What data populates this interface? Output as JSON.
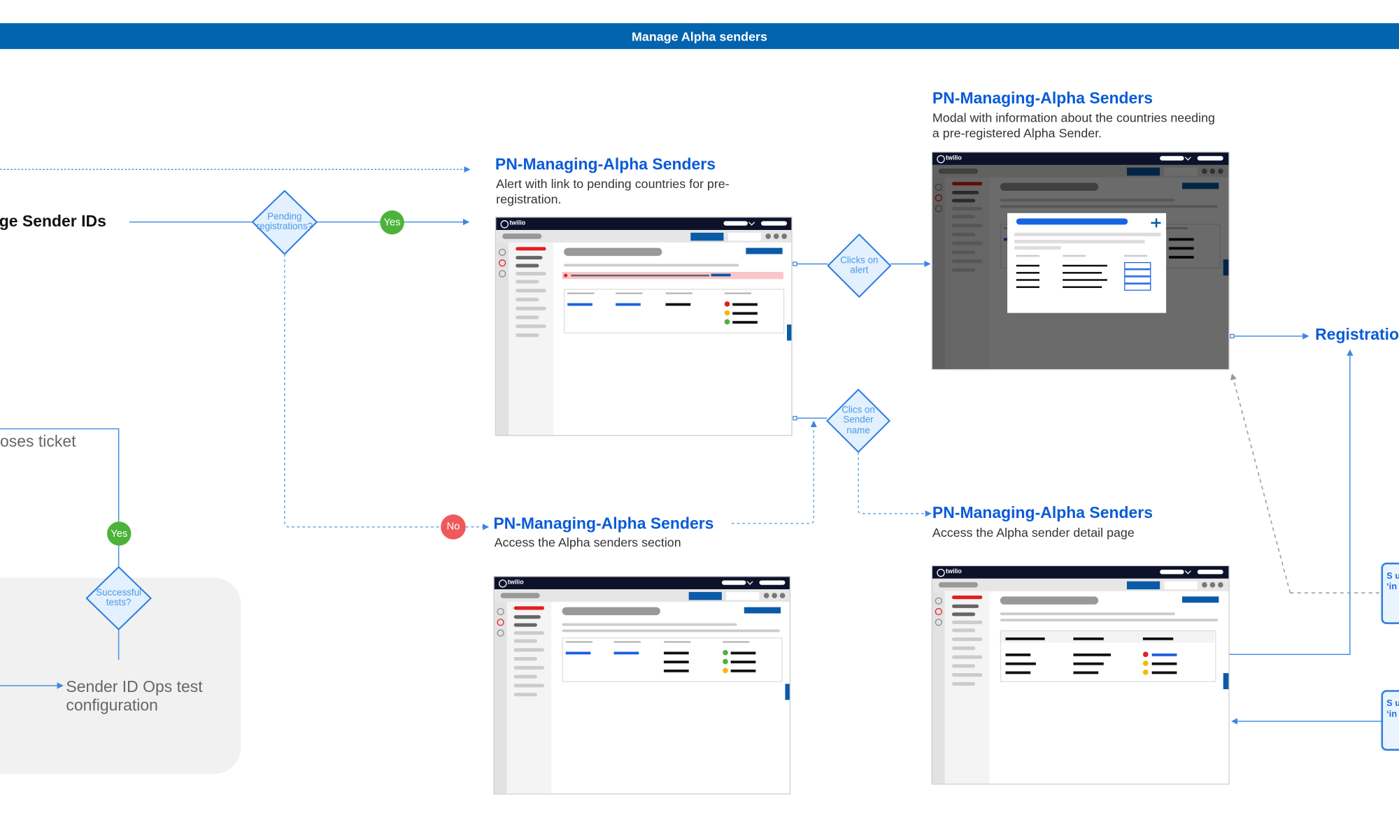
{
  "header": {
    "title": "Manage Alpha senders"
  },
  "left": {
    "flow_start_label": "ge Sender IDs",
    "closes_ticket_label": "oses ticket",
    "ops_config_label": "Sender ID Ops test configuration"
  },
  "diamonds": {
    "pending": "Pending registrations?",
    "successful": "Successful tests?",
    "clicks_alert": "Clicks on alert",
    "clicks_sender": "Clics on Sender name"
  },
  "badges": {
    "yes_top": "Yes",
    "yes_left": "Yes",
    "no": "No"
  },
  "cards": [
    {
      "title": "PN-Managing-Alpha Senders",
      "desc": "Alert with link to pending countries for pre-registration."
    },
    {
      "title": "PN-Managing-Alpha Senders",
      "desc": "Modal with information about the countries needing a pre-registered Alpha Sender."
    },
    {
      "title": "PN-Managing-Alpha Senders",
      "desc": "Access the Alpha senders section"
    },
    {
      "title": "PN-Managing-Alpha Senders",
      "desc": "Access the Alpha sender detail page"
    }
  ],
  "registration_label": "Registratio",
  "right_boxes": [
    {
      "text": "S up ‘in p"
    },
    {
      "text": "S up ‘in p"
    }
  ],
  "mockup": {
    "logo_text": "twilio"
  },
  "colors": {
    "banner": "#0263AE",
    "title_blue": "#0A5BD8",
    "yes_green": "#4CB33A",
    "no_red": "#F0595A",
    "connector": "#4A90E2"
  }
}
